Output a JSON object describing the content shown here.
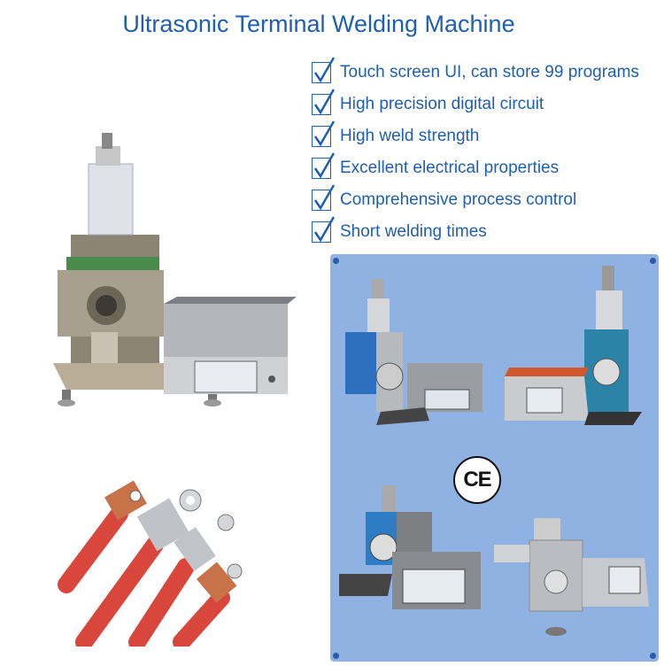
{
  "header": {
    "title": "Ultrasonic Terminal Welding Machine"
  },
  "features": [
    "Touch screen UI, can store 99 programs",
    "High precision digital circuit",
    "High weld strength",
    "Excellent electrical properties",
    "Comprehensive process control",
    "Short welding times"
  ],
  "certification": {
    "mark": "CE"
  },
  "icons": {
    "feature_bullet": "check-box-icon"
  },
  "colors": {
    "accent": "#1f5fb0",
    "panel": "#8fb2e2",
    "cable": "#d9463b",
    "copper": "#c8724a"
  }
}
